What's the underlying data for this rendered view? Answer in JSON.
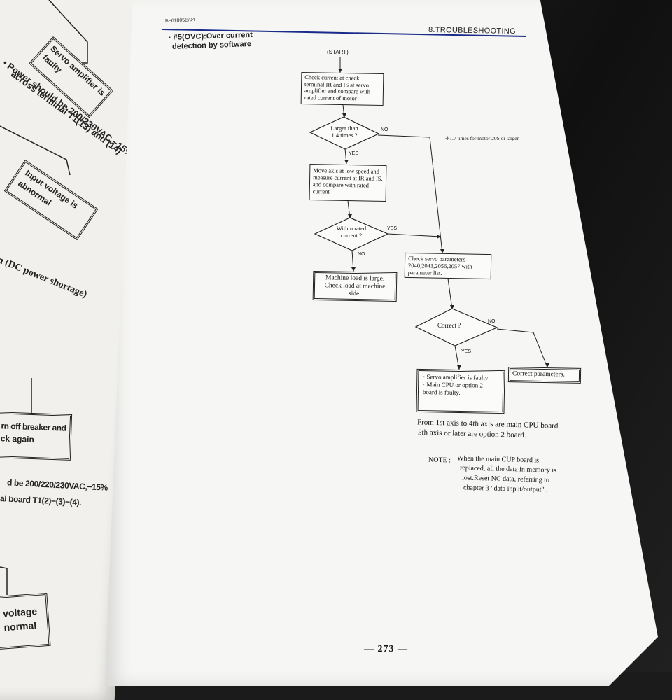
{
  "left_page": {
    "fragments": [
      {
        "text": "Servo amplifier is"
      },
      {
        "text": "faulty"
      },
      {
        "text": "• Power should be 200/230VAC,−15%"
      },
      {
        "text": "across terminal T1(13) and (14)"
      },
      {
        "text": "Input voltage is"
      },
      {
        "text": "abnormal"
      },
      {
        "text": "n (DC power shortage)"
      },
      {
        "text": "rn off breaker and"
      },
      {
        "text": "ck again"
      },
      {
        "text": "d be 200/220/230VAC,−15%"
      },
      {
        "text": "al board T1(2)−(3)−(4)."
      },
      {
        "text": "voltage"
      },
      {
        "text": "normal"
      }
    ]
  },
  "header": {
    "doc_code": "B−61805E/04",
    "section": "8.TROUBLESHOOTING"
  },
  "section_title": {
    "line1": "· #5(OVC):Over current",
    "line2": "detection by software"
  },
  "flowchart": {
    "start": "(START)",
    "check_current": "Check current at check terminal IR and IS at servo amplifier and compare with rated current of motor",
    "decision1": {
      "line1": "Larger than",
      "line2": "1.4 times ?"
    },
    "d1_no": "NO",
    "d1_yes": "YES",
    "note_side": "※1.7 times for motor 20S or larger.",
    "move_axis": "Move axis at low speed and measure current at IR and IS, and compare with rated current",
    "decision2": {
      "line1": "Within rated",
      "line2": "current ?"
    },
    "d2_yes": "YES",
    "d2_no": "NO",
    "machine_load": "Machine load is large. Check load at machine side.",
    "check_params": "Check servo parameters 2040,2041,2056,2057 with parameter list.",
    "decision3": "Correct ?",
    "d3_no": "NO",
    "d3_yes": "YES",
    "servo_faulty": {
      "line1": "· Servo amplifier is faulty",
      "line2": "· Main CPU or option 2 board is faulty."
    },
    "correct_params": "Correct parameters."
  },
  "notes": {
    "axis_line1": "From 1st axis to 4th axis are main CPU board.",
    "axis_line2": "5th axis or later are option 2 board.",
    "note_label": "NOTE :",
    "note_line1": "When the main CUP board is",
    "note_line2": "replaced, all the data in memory is",
    "note_line3": "lost.Reset NC data, referring to",
    "note_line4": "chapter 3 \"data input/output\" ."
  },
  "page_number": "— 273 —"
}
